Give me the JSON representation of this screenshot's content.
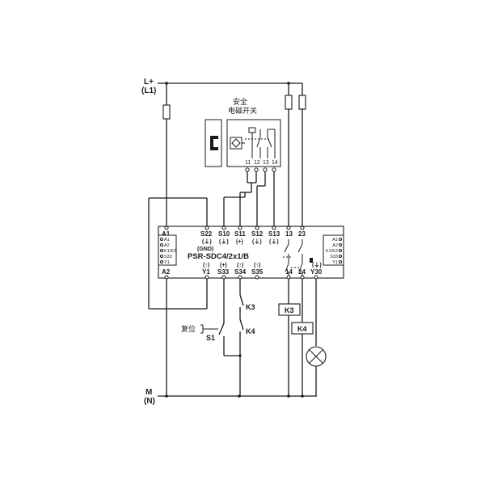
{
  "supply": {
    "top_label": "L+",
    "top_sub": "(L1)",
    "bottom_label": "M",
    "bottom_sub": "(N)"
  },
  "switch": {
    "title_line1": "安全",
    "title_line2": "电磁开关",
    "terminals": [
      "11",
      "12",
      "13",
      "14"
    ]
  },
  "module": {
    "name": "PSR-SDC4/2x1/B",
    "top_terminals": [
      {
        "id": "A1",
        "sub": ""
      },
      {
        "id": "S22",
        "sub": "(⏚)",
        "sub2": "(GND)"
      },
      {
        "id": "S10",
        "sub": "(⏚)"
      },
      {
        "id": "S11",
        "sub": "(+)"
      },
      {
        "id": "S12",
        "sub": "(⏚)"
      },
      {
        "id": "S13",
        "sub": "(⏚)"
      },
      {
        "id": "13",
        "sub": ""
      },
      {
        "id": "23",
        "sub": ""
      }
    ],
    "bottom_terminals": [
      {
        "id": "A2",
        "sub": ""
      },
      {
        "id": "Y1",
        "sub": "(↑)"
      },
      {
        "id": "S33",
        "sub": "(+)"
      },
      {
        "id": "S34",
        "sub": "(↑)"
      },
      {
        "id": "S35",
        "sub": "(↑)"
      },
      {
        "id": "14",
        "sub": ""
      },
      {
        "id": "24",
        "sub": ""
      },
      {
        "id": "Y30",
        "sub": "(⏚)"
      }
    ],
    "left_legend": [
      "A1",
      "A2",
      "K1/K2",
      "S33",
      "Y1"
    ],
    "right_legend": [
      "A1",
      "A2",
      "K1/K2",
      "S33",
      "Y1"
    ]
  },
  "circuit": {
    "reset_label": "复位",
    "reset_id": "S1",
    "feedback_contacts": [
      "K3",
      "K4"
    ],
    "relays": [
      "K3",
      "K4"
    ]
  }
}
